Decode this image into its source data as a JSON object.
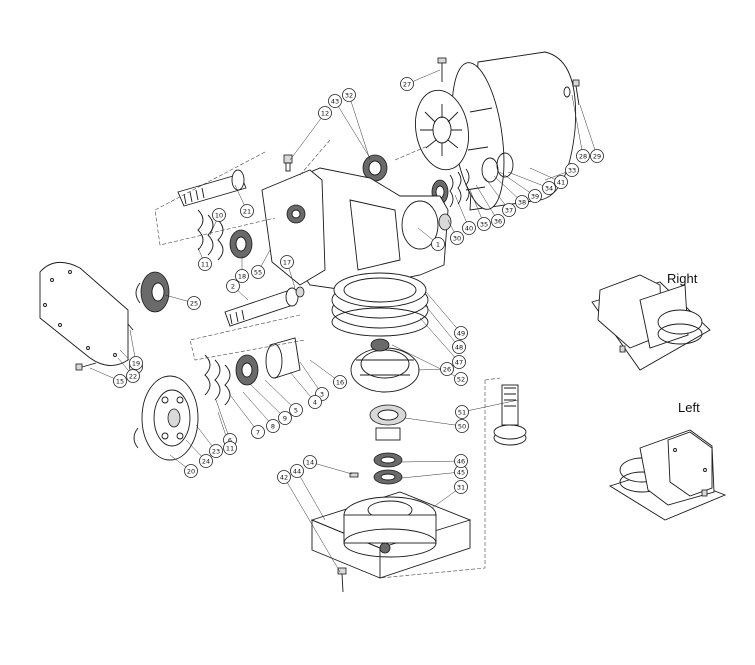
{
  "views": {
    "right_label": "Right",
    "left_label": "Left"
  },
  "callouts": [
    {
      "id": "1"
    },
    {
      "id": "2"
    },
    {
      "id": "3"
    },
    {
      "id": "4"
    },
    {
      "id": "5"
    },
    {
      "id": "6"
    },
    {
      "id": "7"
    },
    {
      "id": "8"
    },
    {
      "id": "9"
    },
    {
      "id": "10"
    },
    {
      "id": "11"
    },
    {
      "id": "12"
    },
    {
      "id": "13"
    },
    {
      "id": "14"
    },
    {
      "id": "15"
    },
    {
      "id": "16"
    },
    {
      "id": "17"
    },
    {
      "id": "18"
    },
    {
      "id": "19"
    },
    {
      "id": "20"
    },
    {
      "id": "21"
    },
    {
      "id": "22"
    },
    {
      "id": "23"
    },
    {
      "id": "24"
    },
    {
      "id": "25"
    },
    {
      "id": "26"
    },
    {
      "id": "27"
    },
    {
      "id": "28"
    },
    {
      "id": "29"
    },
    {
      "id": "30"
    },
    {
      "id": "31"
    },
    {
      "id": "32"
    },
    {
      "id": "33"
    },
    {
      "id": "34"
    },
    {
      "id": "35"
    },
    {
      "id": "36"
    },
    {
      "id": "37"
    },
    {
      "id": "38"
    },
    {
      "id": "39"
    },
    {
      "id": "40"
    },
    {
      "id": "41"
    },
    {
      "id": "42"
    },
    {
      "id": "43"
    },
    {
      "id": "44"
    },
    {
      "id": "45"
    },
    {
      "id": "46"
    },
    {
      "id": "47"
    },
    {
      "id": "48"
    },
    {
      "id": "49"
    },
    {
      "id": "50"
    },
    {
      "id": "51"
    },
    {
      "id": "52"
    },
    {
      "id": "55"
    }
  ]
}
